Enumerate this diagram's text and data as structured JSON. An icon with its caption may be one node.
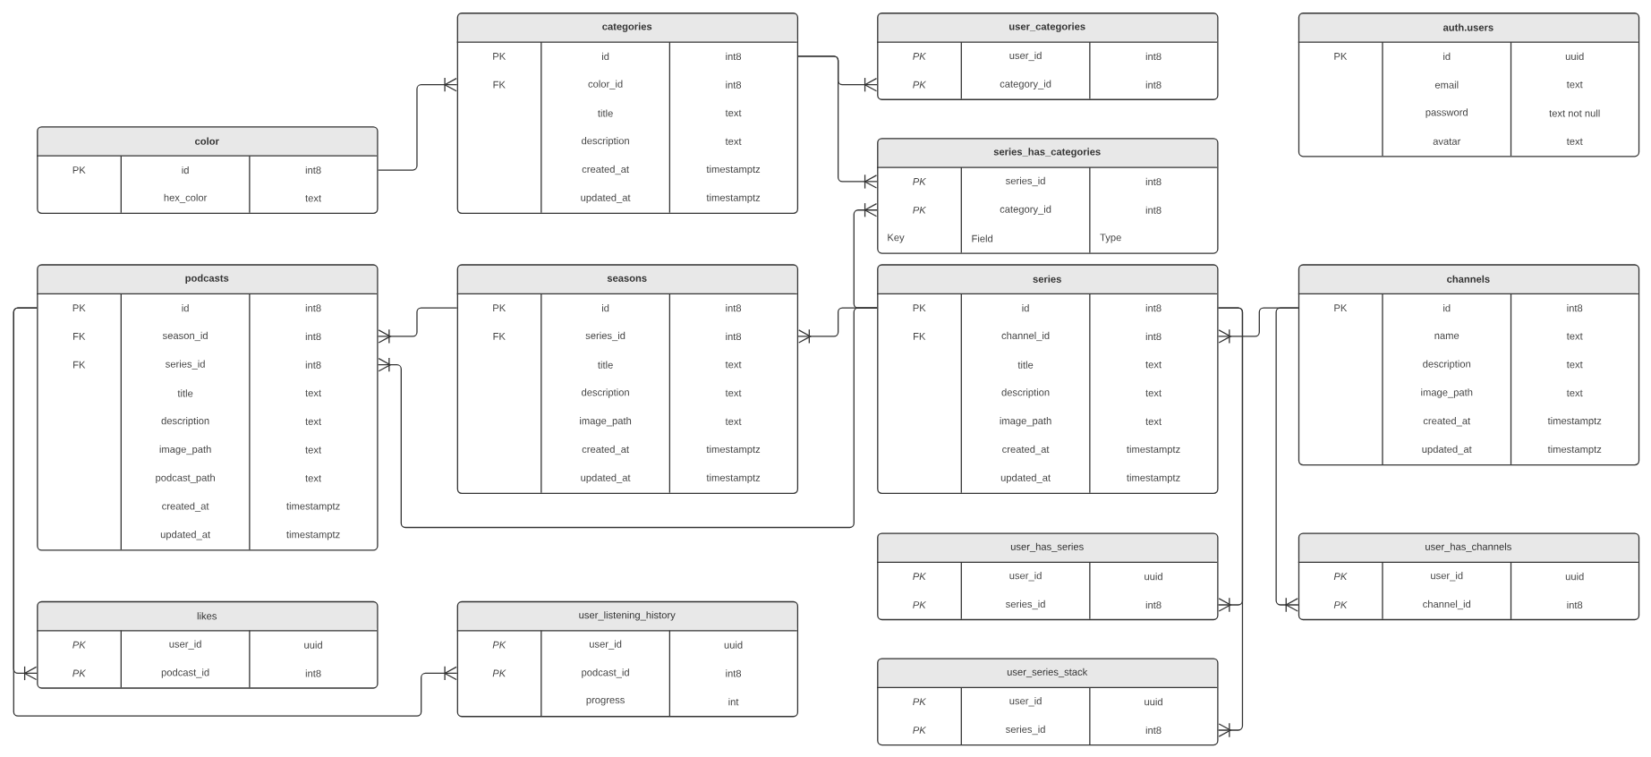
{
  "diagram": {
    "nodes": [
      {
        "text": [
          "categories",
          "PK",
          "id",
          "int8",
          "FK",
          "color_id",
          "int8",
          "title",
          "text",
          "description",
          "text",
          "created_at",
          "timestamptz",
          "updated_at",
          "timestamptz"
        ]
      },
      {
        "text": [
          "user_categories",
          "PK",
          "user_id",
          "int8",
          "PK",
          "category_id",
          "int8"
        ]
      },
      {
        "text": [
          "auth.users",
          "PK",
          "id",
          "uuid",
          "email",
          "text",
          "password",
          "text not null",
          "avatar",
          "text"
        ]
      },
      {
        "text": [
          "color",
          "PK",
          "id",
          "int8",
          "hex_color",
          "text"
        ]
      },
      {
        "text": [
          "series_has_categories",
          "PK",
          "series_id",
          "int8",
          "PK",
          "category_id",
          "int8",
          "Key",
          "Field",
          "Type"
        ]
      },
      {
        "text": [
          "podcasts",
          "PK",
          "id",
          "int8",
          "FK",
          "season_id",
          "int8",
          "FK",
          "series_id",
          "int8",
          "title",
          "text",
          "description",
          "text",
          "image_path",
          "text",
          "podcast_path",
          "text",
          "created_at",
          "timestamptz",
          "updated_at",
          "timestamptz"
        ]
      },
      {
        "text": [
          "seasons",
          "PK",
          "id",
          "int8",
          "FK",
          "series_id",
          "int8",
          "title",
          "text",
          "description",
          "text",
          "image_path",
          "text",
          "created_at",
          "timestamptz",
          "updated_at",
          "timestamptz"
        ]
      },
      {
        "text": [
          "series",
          "PK",
          "id",
          "int8",
          "FK",
          "channel_id",
          "int8",
          "title",
          "text",
          "description",
          "text",
          "image_path",
          "text",
          "created_at",
          "timestamptz",
          "updated_at",
          "timestamptz"
        ]
      },
      {
        "text": [
          "channels",
          "PK",
          "id",
          "int8",
          "name",
          "text",
          "description",
          "text",
          "image_path",
          "text",
          "created_at",
          "timestamptz",
          "updated_at",
          "timestamptz"
        ]
      },
      {
        "text": [
          "user_has_series",
          "PK",
          "user_id",
          "uuid",
          "PK",
          "series_id",
          "int8"
        ]
      },
      {
        "text": [
          "user_has_channels",
          "PK",
          "user_id",
          "uuid",
          "PK",
          "channel_id",
          "int8"
        ]
      },
      {
        "text": [
          "likes",
          "PK",
          "user_id",
          "uuid",
          "PK",
          "podcast_id",
          "int8"
        ]
      },
      {
        "text": [
          "user_listening_history",
          "PK",
          "user_id",
          "uuid",
          "PK",
          "podcast_id",
          "int8",
          "progress",
          "int"
        ]
      },
      {
        "text": [
          "user_series_stack",
          "PK",
          "user_id",
          "uuid",
          "PK",
          "series_id",
          "int8"
        ]
      }
    ],
    "edges": [
      {
        "from": 3,
        "to": 0,
        "arrow": "other"
      },
      {
        "from": 0,
        "to": 1,
        "arrow": "other"
      },
      {
        "from": 0,
        "to": 4,
        "arrow": "other"
      },
      {
        "from": 7,
        "to": 4,
        "arrow": "other"
      },
      {
        "from": 7,
        "to": 6,
        "arrow": "other"
      },
      {
        "from": 7,
        "to": 5,
        "arrow": "other"
      },
      {
        "from": 6,
        "to": 5,
        "arrow": "other"
      },
      {
        "from": 5,
        "to": 11,
        "arrow": "other"
      },
      {
        "from": 5,
        "to": 12,
        "arrow": "other"
      },
      {
        "from": 7,
        "to": 9,
        "arrow": "other"
      },
      {
        "from": 7,
        "to": 13,
        "arrow": "other"
      },
      {
        "from": 8,
        "to": 7,
        "arrow": "other"
      },
      {
        "from": 8,
        "to": 10,
        "arrow": "other"
      }
    ]
  }
}
